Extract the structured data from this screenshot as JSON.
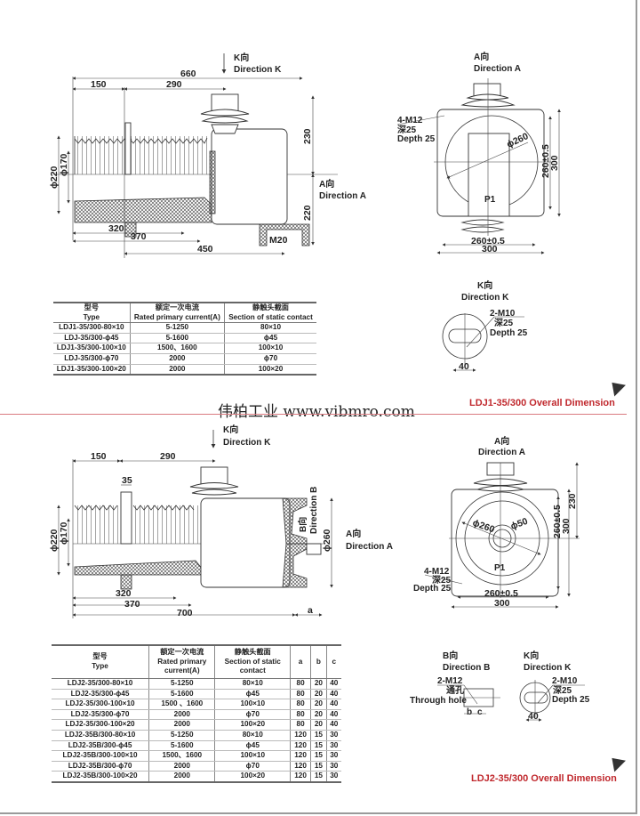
{
  "watermark": "伟柏工业 www.vibmro.com",
  "section1": {
    "title": "LDJ1-35/300 Overall Dimension",
    "side_view": {
      "k_cn": "K向",
      "k_en": "Direction K",
      "a_cn": "A向",
      "a_en": "Direction A",
      "dims": {
        "overall": "660",
        "d150": "150",
        "d290": "290",
        "d230": "230",
        "d220v": "220",
        "phi220": "ϕ220",
        "phi170": "ϕ170",
        "d320": "320",
        "d370": "370",
        "d450": "450",
        "m20": "M20"
      }
    },
    "a_view": {
      "a_cn": "A向",
      "a_en": "Direction A",
      "hole": "4-M12",
      "depth_cn": "深25",
      "depth_en": "Depth 25",
      "phi": "ϕ260",
      "p1": "P1",
      "d260": "260±0.5",
      "d300": "300",
      "v260": "260±0.5",
      "v300": "300"
    },
    "k_view": {
      "k_cn": "K向",
      "k_en": "Direction K",
      "hole": "2-M10",
      "depth_cn": "深25",
      "depth_en": "Depth 25",
      "d40": "40"
    },
    "table": {
      "headers": [
        {
          "cn": "型号",
          "en": "Type"
        },
        {
          "cn": "额定一次电流",
          "en": "Rated primary current(A)"
        },
        {
          "cn": "静触头截面",
          "en": "Section of static contact"
        }
      ],
      "rows": [
        [
          "LDJ1-35/300-80×10",
          "5-1250",
          "80×10"
        ],
        [
          "LDJ-35/300-ϕ45",
          "5-1600",
          "ϕ45"
        ],
        [
          "LDJ1-35/300-100×10",
          "1500、1600",
          "100×10"
        ],
        [
          "LDJ-35/300-ϕ70",
          "2000",
          "ϕ70"
        ],
        [
          "LDJ1-35/300-100×20",
          "2000",
          "100×20"
        ]
      ]
    }
  },
  "section2": {
    "title": "LDJ2-35/300 Overall Dimension",
    "side_view": {
      "k_cn": "K向",
      "k_en": "Direction K",
      "a_cn": "A向",
      "a_en": "Direction A",
      "b_cn": "B向",
      "b_en": "Direction B",
      "dims": {
        "d150": "150",
        "d290": "290",
        "d35": "35",
        "phi220": "ϕ220",
        "phi170": "ϕ170",
        "phi260": "ϕ260",
        "d320": "320",
        "d370": "370",
        "d700": "700",
        "a": "a"
      }
    },
    "a_view": {
      "a_cn": "A向",
      "a_en": "Direction A",
      "phi260": "ϕ260",
      "phi50": "ϕ50",
      "p1": "P1",
      "hole": "4-M12",
      "depth_cn": "深25",
      "depth_en": "Depth 25",
      "d260": "260±0.5",
      "d300": "300",
      "v230": "230",
      "v260": "260±0.5",
      "v300": "300"
    },
    "b_view": {
      "b_cn": "B向",
      "b_en": "Direction B",
      "hole": "2-M12",
      "through_cn": "通孔",
      "through_en": "Through hole",
      "b": "b",
      "c": "c"
    },
    "k_view": {
      "k_cn": "K向",
      "k_en": "Direction K",
      "hole": "2-M10",
      "depth_cn": "深25",
      "depth_en": "Depth 25",
      "d40": "40"
    },
    "table": {
      "headers": [
        {
          "cn": "型号",
          "en": "Type"
        },
        {
          "cn": "额定一次电流",
          "en": "Rated primary current(A)"
        },
        {
          "cn": "静触头截面",
          "en": "Section of static contact"
        },
        {
          "cn": "",
          "en": "a"
        },
        {
          "cn": "",
          "en": "b"
        },
        {
          "cn": "",
          "en": "c"
        }
      ],
      "rows": [
        [
          "LDJ2-35/300-80×10",
          "5-1250",
          "80×10",
          "80",
          "20",
          "40"
        ],
        [
          "LDJ2-35/300-ϕ45",
          "5-1600",
          "ϕ45",
          "80",
          "20",
          "40"
        ],
        [
          "LDJ2-35/300-100×10",
          "1500 、1600",
          "100×10",
          "80",
          "20",
          "40"
        ],
        [
          "LDJ2-35/300-ϕ70",
          "2000",
          "ϕ70",
          "80",
          "20",
          "40"
        ],
        [
          "LDJ2-35/300-100×20",
          "2000",
          "100×20",
          "80",
          "20",
          "40"
        ],
        [
          "LDJ2-35B/300-80×10",
          "5-1250",
          "80×10",
          "120",
          "15",
          "30"
        ],
        [
          "LDJ2-35B/300-ϕ45",
          "5-1600",
          "ϕ45",
          "120",
          "15",
          "30"
        ],
        [
          "LDJ2-35B/300-100×10",
          "1500、1600",
          "100×10",
          "120",
          "15",
          "30"
        ],
        [
          "LDJ2-35B/300-ϕ70",
          "2000",
          "ϕ70",
          "120",
          "15",
          "30"
        ],
        [
          "LDJ2-35B/300-100×20",
          "2000",
          "100×20",
          "120",
          "15",
          "30"
        ]
      ]
    }
  }
}
